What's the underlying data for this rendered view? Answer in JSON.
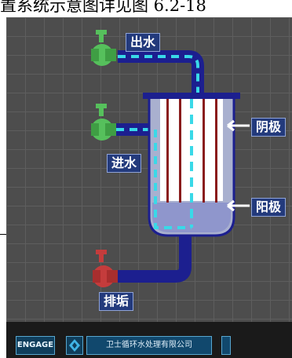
{
  "caption": {
    "text": "置系统示意图详见图 6.2-18"
  },
  "diagram": {
    "labels": {
      "outlet": "出水",
      "inlet": "进水",
      "cathode": "阴极",
      "anode": "阳极",
      "drain": "排垢"
    },
    "colors": {
      "panel_bg": "#4d4d4d",
      "pipe": "#1c1f8f",
      "flow": "#39d9e8",
      "valve_green": "#56c05c",
      "valve_red": "#c43c3c",
      "tank_shell": "#a9b0cf",
      "tank_liquid": "#8f96cc",
      "electrode": "#8a1c1c"
    }
  },
  "statusbar": {
    "engage_label": "ENGAGE",
    "nav_icon": "diamond-arrow-icon",
    "company_name": "卫士循环水处理有限公司"
  }
}
